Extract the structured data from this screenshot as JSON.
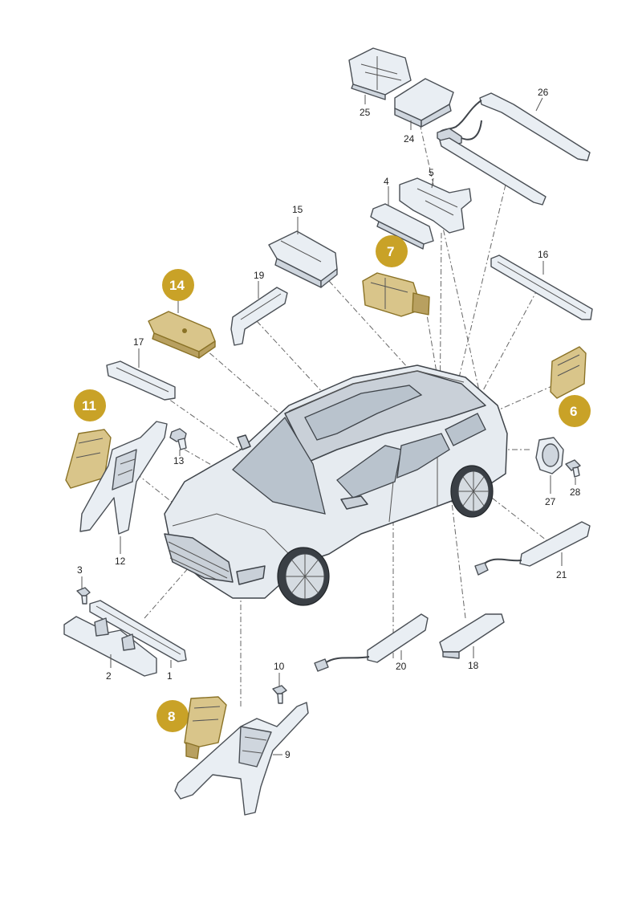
{
  "labels": {
    "p1": "1",
    "p2": "2",
    "p3": "3",
    "p4": "4",
    "p5": "5",
    "p9": "9",
    "p10": "10",
    "p12": "12",
    "p13": "13",
    "p15": "15",
    "p16": "16",
    "p17": "17",
    "p18": "18",
    "p19": "19",
    "p20": "20",
    "p21": "21",
    "p24": "24",
    "p25": "25",
    "p26": "26",
    "p27": "27",
    "p28": "28"
  },
  "badges": {
    "b6": "6",
    "b7": "7",
    "b8": "8",
    "b11": "11",
    "b14": "14"
  },
  "colors": {
    "badge": "#c9a227",
    "highlight": "#d9c58a",
    "part": "#e9eef3",
    "outline": "#4a4f55"
  }
}
